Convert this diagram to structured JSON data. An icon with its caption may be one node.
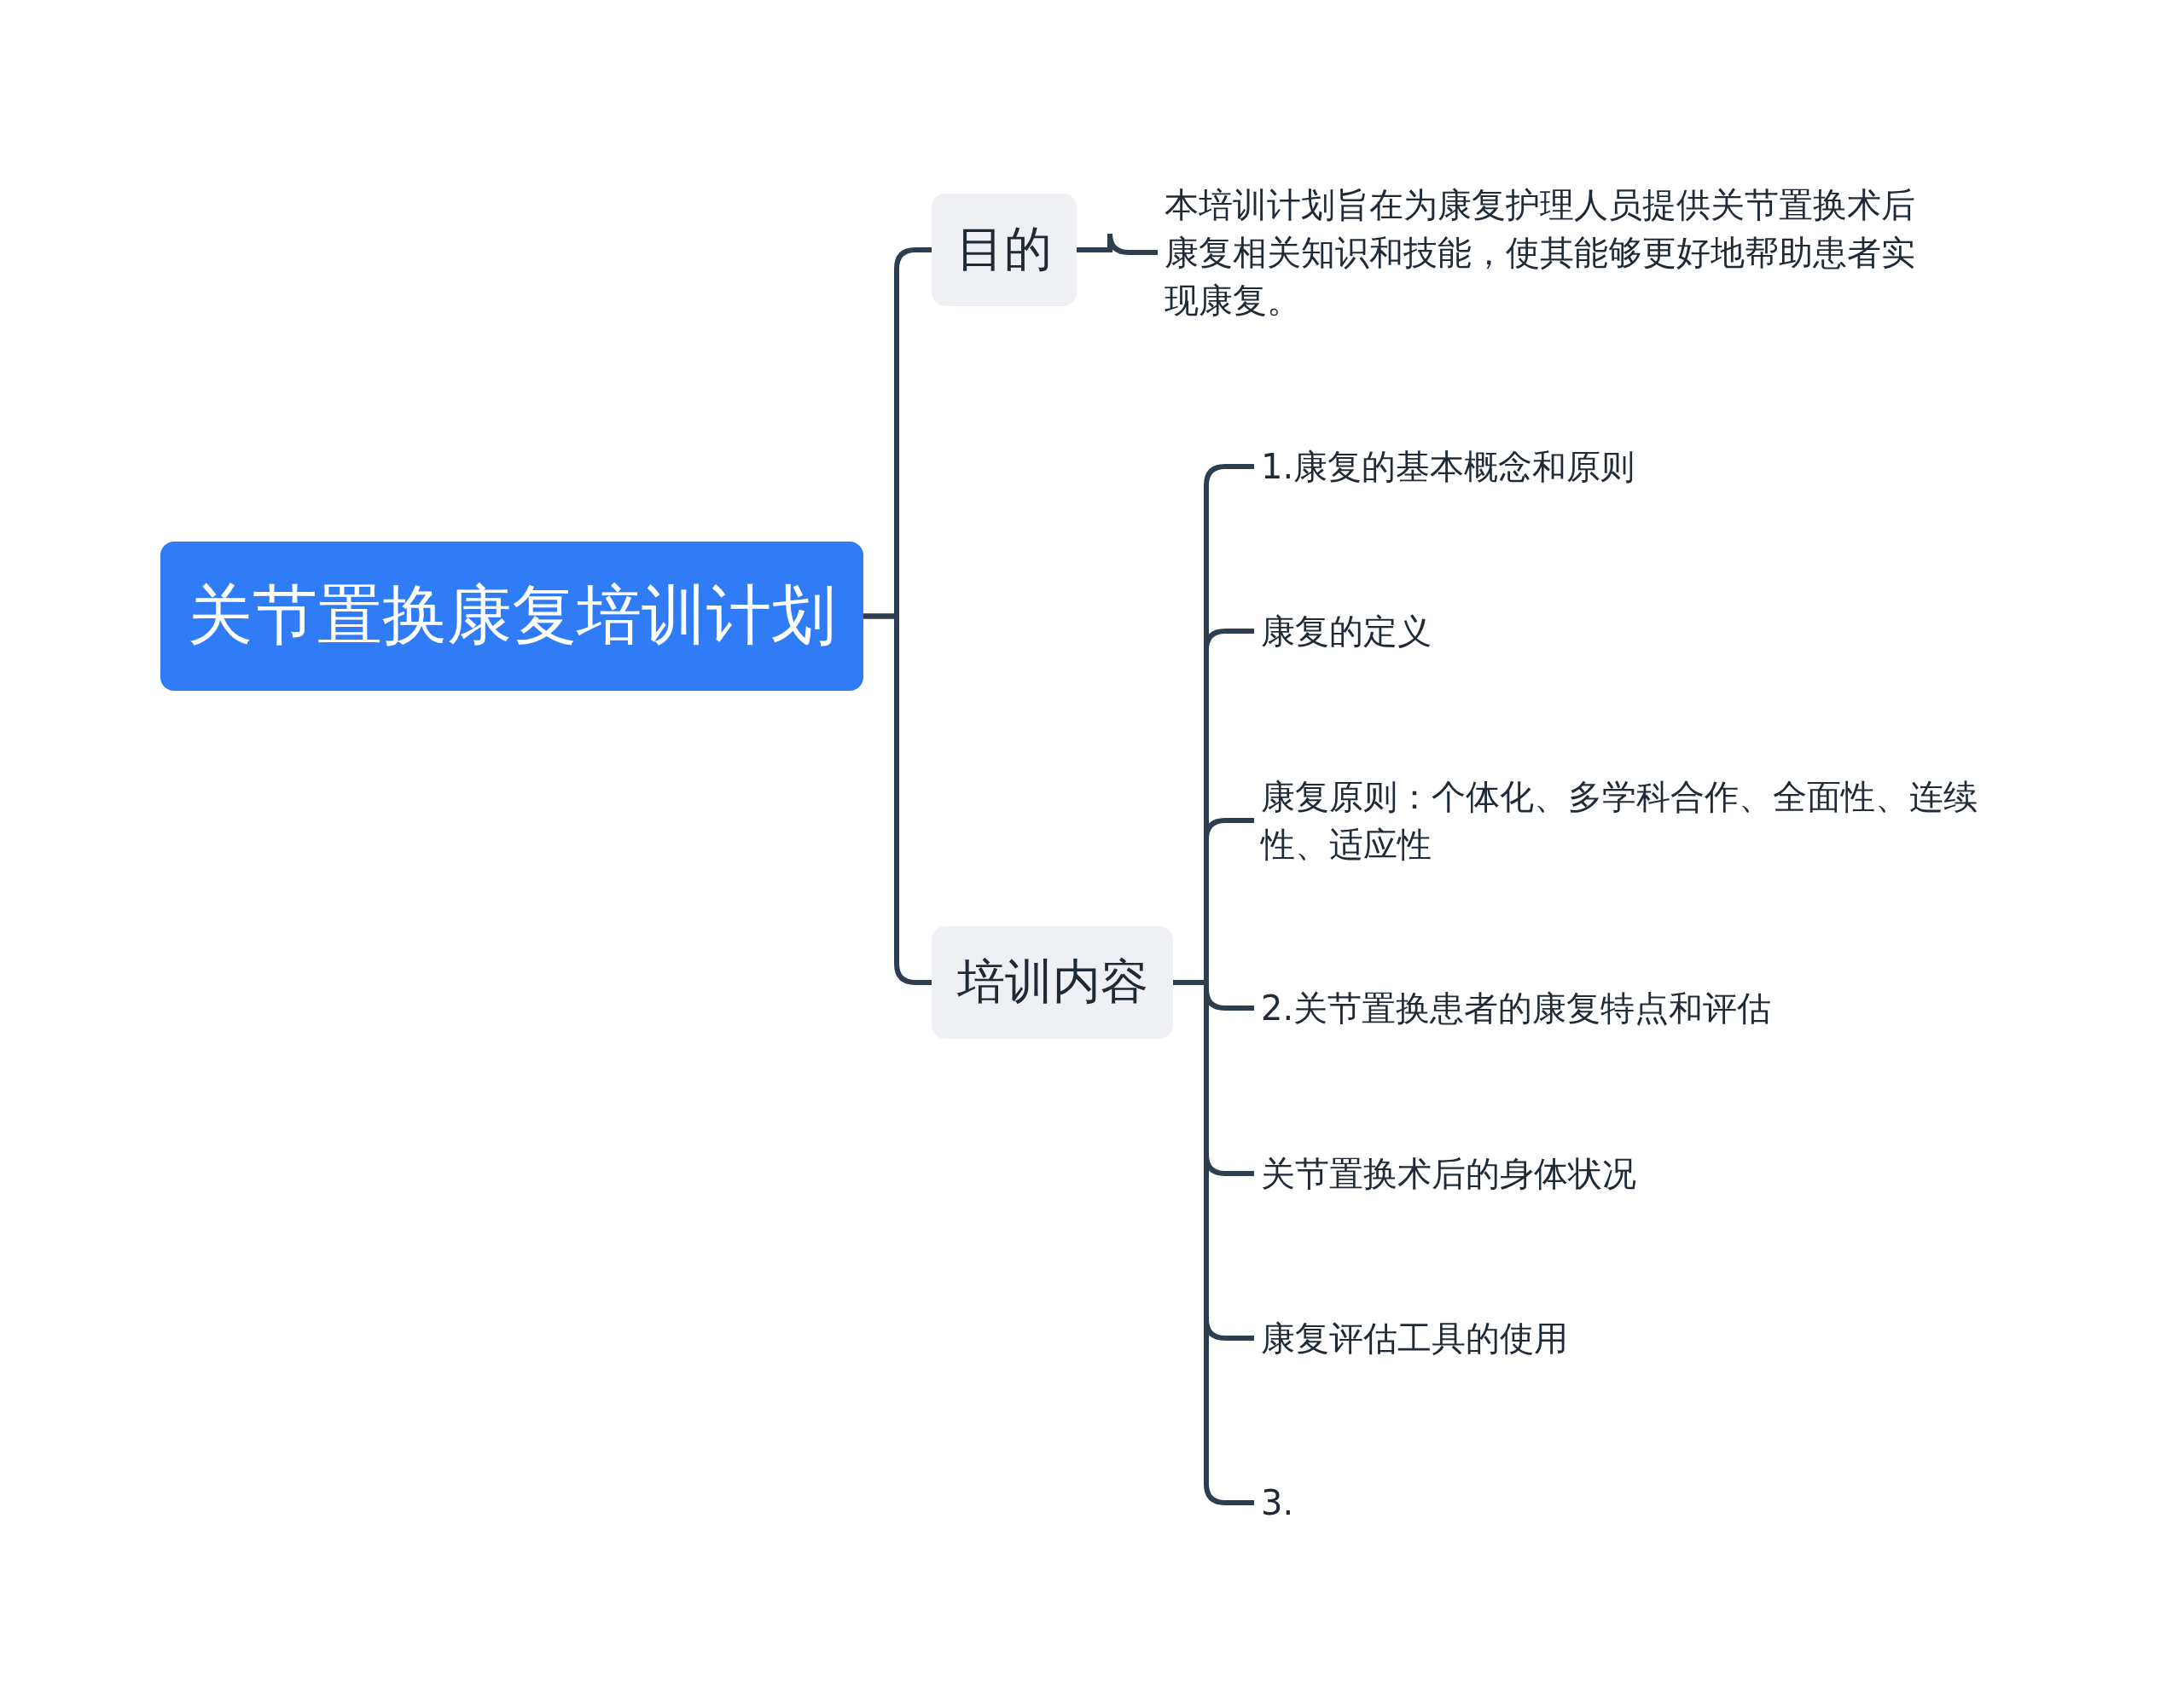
{
  "diagram": {
    "nodes": [
      {
        "text": [
          "关节置换康复培训计划"
        ]
      },
      {
        "text": [
          "目的"
        ]
      },
      {
        "text": [
          "本培训计划旨在为康复护理人员提供关节置换术后康复相关知识和技能，使其能够更好地帮助患者实现康复。"
        ]
      },
      {
        "text": [
          "培训内容"
        ]
      },
      {
        "text": [
          "1.康复的基本概念和原则"
        ]
      },
      {
        "text": [
          "康复的定义"
        ]
      },
      {
        "text": [
          "康复原则：个体化、多学科合作、全面性、连续性、适应性"
        ]
      },
      {
        "text": [
          "2.关节置换患者的康复特点和评估"
        ]
      },
      {
        "text": [
          "关节置换术后的身体状况"
        ]
      },
      {
        "text": [
          "康复评估工具的使用"
        ]
      },
      {
        "text": [
          "3."
        ]
      }
    ],
    "edges": [
      {
        "from": 0,
        "to": 1,
        "arrow": "none"
      },
      {
        "from": 0,
        "to": 3,
        "arrow": "none"
      },
      {
        "from": 1,
        "to": 2,
        "arrow": "none"
      },
      {
        "from": 3,
        "to": 4,
        "arrow": "none"
      },
      {
        "from": 3,
        "to": 5,
        "arrow": "none"
      },
      {
        "from": 3,
        "to": 6,
        "arrow": "none"
      },
      {
        "from": 3,
        "to": 7,
        "arrow": "none"
      },
      {
        "from": 3,
        "to": 8,
        "arrow": "none"
      },
      {
        "from": 3,
        "to": 9,
        "arrow": "none"
      },
      {
        "from": 3,
        "to": 10,
        "arrow": "none"
      }
    ]
  }
}
